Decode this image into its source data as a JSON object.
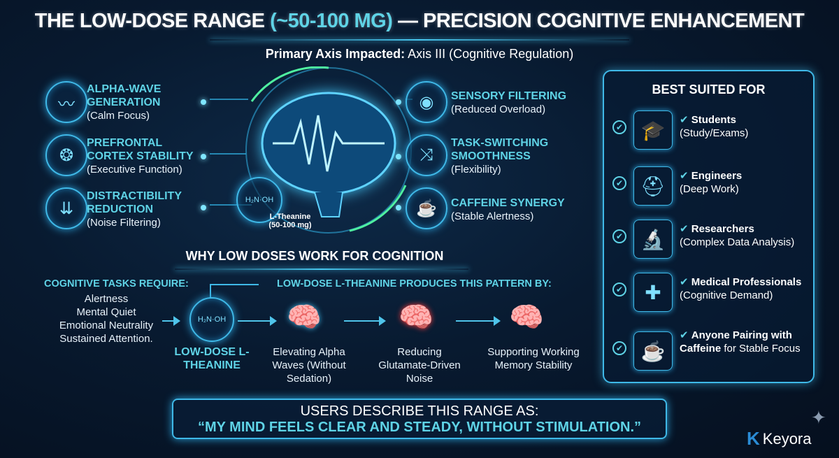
{
  "header": {
    "title_pre": "THE LOW-DOSE RANGE ",
    "title_hl": "(~50-100 MG)",
    "title_post": " — PRECISION COGNITIVE ENHANCEMENT",
    "sub_bold": "Primary Axis Impacted:",
    "sub_rest": " Axis III (Cognitive Regulation)"
  },
  "left_effects": [
    {
      "label": "ALPHA-WAVE GENERATION",
      "desc": "(Calm Focus)",
      "icon": "brain-wave-icon"
    },
    {
      "label": "PREFRONTAL CORTEX STABILITY",
      "desc": "(Executive Function)",
      "icon": "brain-icon"
    },
    {
      "label": "DISTRACTIBILITY REDUCTION",
      "desc": "(Noise Filtering)",
      "icon": "filter-icon"
    }
  ],
  "right_effects": [
    {
      "label": "SENSORY FILTERING",
      "desc": "(Reduced Overload)",
      "icon": "ear-eye-icon"
    },
    {
      "label": "TASK-SWITCHING SMOOTHNESS",
      "desc": "(Flexibility)",
      "icon": "shuffle-icon"
    },
    {
      "label": "CAFFEINE SYNERGY",
      "desc": "(Stable Alertness)",
      "icon": "coffee-cup-icon"
    }
  ],
  "center": {
    "molecule_label": "L-Theanine",
    "dose": "(50-100 mg)"
  },
  "panel": {
    "title": "BEST SUITED FOR",
    "items": [
      {
        "bold": "Students",
        "rest": "(Study/Exams)"
      },
      {
        "bold": "Engineers",
        "rest": "(Deep Work)"
      },
      {
        "bold": "Researchers",
        "rest": "(Complex Data Analysis)"
      },
      {
        "bold": "Medical Professionals",
        "rest": "(Cognitive Demand)"
      },
      {
        "bold": "Anyone Pairing with Caffeine",
        "rest": "for Stable Focus"
      }
    ]
  },
  "why": {
    "title": "WHY LOW DOSES WORK FOR COGNITION",
    "req_title": "COGNITIVE TASKS REQUIRE:",
    "requirements": [
      "Alertness",
      "Mental Quiet",
      "Emotional Neutrality",
      "Sustained Attention."
    ],
    "pattern_title": "LOW-DOSE L-THEANINE PRODUCES THIS PATTERN BY:",
    "source_label": "LOW-DOSE L-THEANINE",
    "steps": [
      "Elevating Alpha Waves (Without Sedation)",
      "Reducing Glutamate-Driven Noise",
      "Supporting Working Memory Stability"
    ]
  },
  "quote": {
    "line1": "USERS DESCRIBE THIS RANGE AS:",
    "line2": "“MY MIND FEELS CLEAR AND STEADY, WITHOUT STIMULATION.”"
  },
  "brand": {
    "name": "Keyora"
  }
}
